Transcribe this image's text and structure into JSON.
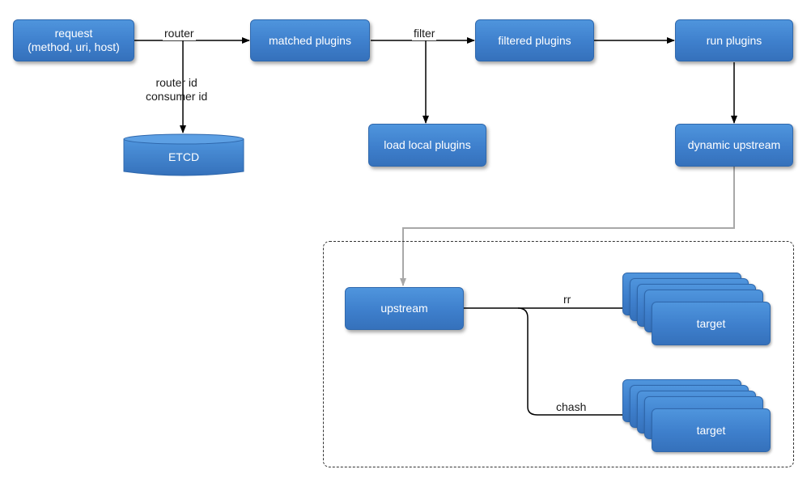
{
  "nodes": {
    "request": "request\n(method, uri, host)",
    "matched_plugins": "matched plugins",
    "filtered_plugins": "filtered plugins",
    "run_plugins": "run plugins",
    "etcd": "ETCD",
    "load_local_plugins": "load local plugins",
    "dynamic_upstream": "dynamic upstream",
    "upstream": "upstream",
    "target_rr": "target",
    "target_chash": "target"
  },
  "edges": {
    "router": "router",
    "ids": "router id\nconsumer id",
    "filter": "filter",
    "rr": "rr",
    "chash": "chash"
  },
  "colors": {
    "node_fill": "#3e7fcc",
    "node_border": "#2f68ad",
    "arrow": "#000000",
    "grey_arrow": "#a8a8a8"
  }
}
